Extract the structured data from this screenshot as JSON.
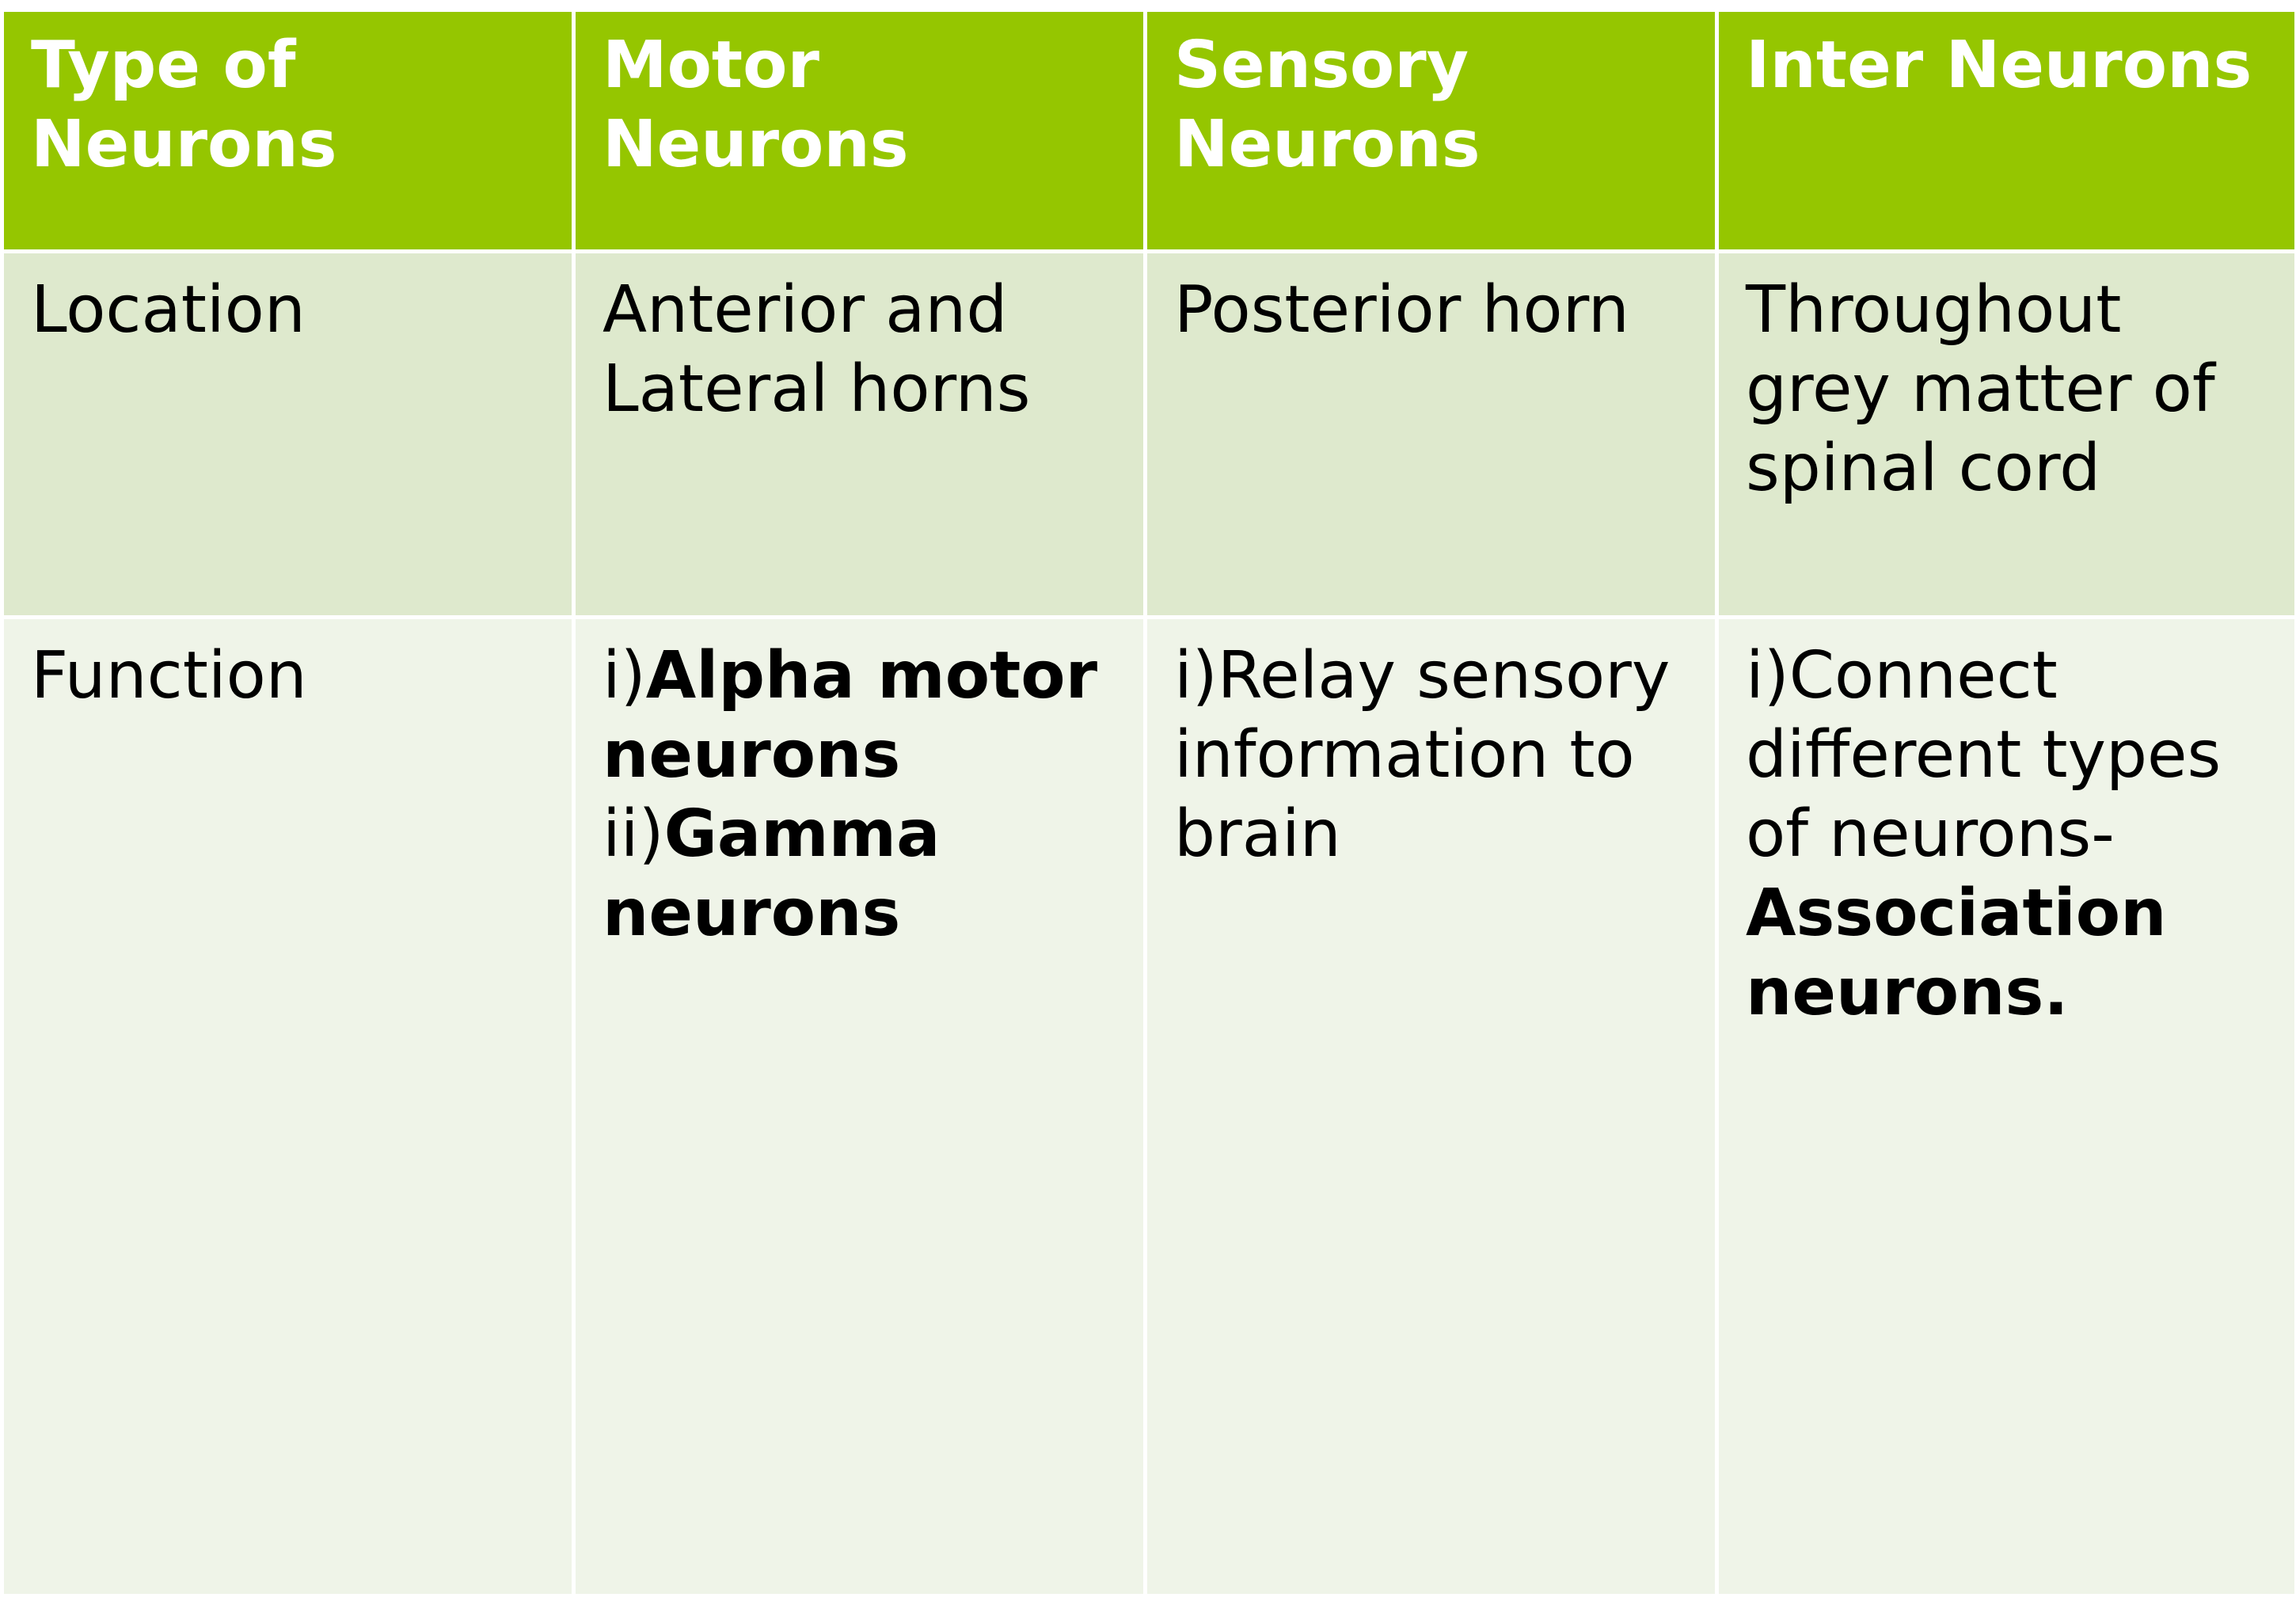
{
  "table": {
    "headers": [
      "Type of Neurons",
      "Motor Neurons",
      "Sensory Neurons",
      "Inter Neurons"
    ],
    "location": {
      "label": "Location",
      "motor": "Anterior and Lateral horns",
      "sensory": "Posterior horn",
      "inter": "Throughout grey matter of spinal cord"
    },
    "function": {
      "label": "Function",
      "motor": {
        "item1_prefix": "i)",
        "item1_bold": "Alpha motor neurons",
        "item2_prefix": "ii)",
        "item2_bold": "Gamma neurons"
      },
      "sensory": "i)Relay sensory information to brain",
      "inter": {
        "text": "i)Connect different types of neurons-",
        "bold": "Association neurons."
      }
    }
  }
}
